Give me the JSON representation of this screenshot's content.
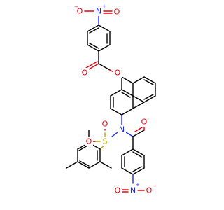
{
  "colors": {
    "carbon_bond": "#000000",
    "oxygen": "#e8000b",
    "nitrogen": "#1f27ff",
    "sulfur": "#b8a600",
    "background": "#ffffff"
  },
  "atoms": {
    "nitro_top_o1": "O",
    "nitro_top_n": "N",
    "nitro_top_o2": "O",
    "nitro_top_plus": "+",
    "nitro_top_minus": "−",
    "ester_carbonyl_o": "O",
    "ester_bridge_o": "O",
    "sulfonamide_n": "N",
    "sulfonyl_s": "S",
    "sulfonyl_o1": "O",
    "sulfonyl_o2": "O",
    "amide_carbonyl_o": "O",
    "nitro_bottom_o1": "O",
    "nitro_bottom_n": "N",
    "nitro_bottom_o2": "O",
    "nitro_bottom_plus": "+",
    "nitro_bottom_minus": "−"
  }
}
